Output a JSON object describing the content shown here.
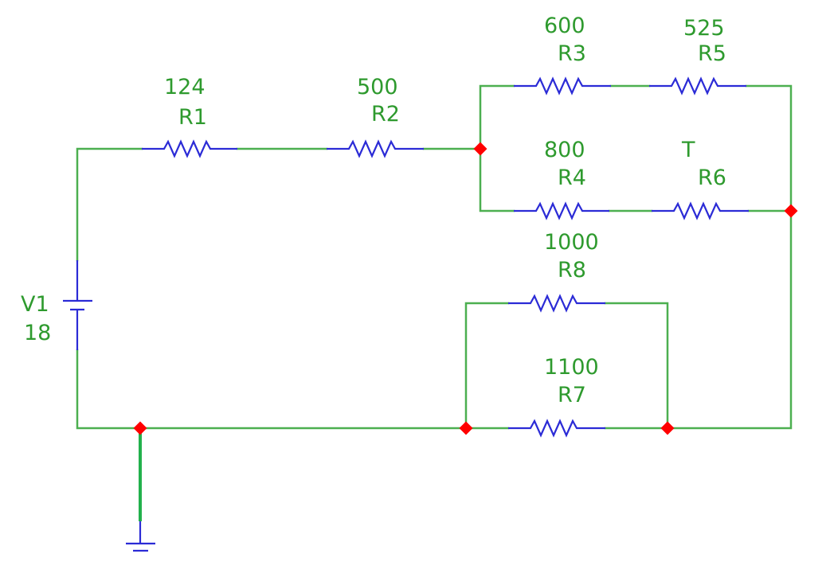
{
  "colors": {
    "wire": "#4caf50",
    "component": "#2b2bd6",
    "node": "#ff0000",
    "label": "#2e9a2e"
  },
  "source": {
    "name": "V1",
    "value": "18"
  },
  "resistors": {
    "R1": {
      "name": "R1",
      "value": "124"
    },
    "R2": {
      "name": "R2",
      "value": "500"
    },
    "R3": {
      "name": "R3",
      "value": "600"
    },
    "R4": {
      "name": "R4",
      "value": "800"
    },
    "R5": {
      "name": "R5",
      "value": "525"
    },
    "R6": {
      "name": "R6",
      "value": "T"
    },
    "R7": {
      "name": "R7",
      "value": "1100"
    },
    "R8": {
      "name": "R8",
      "value": "1000"
    }
  }
}
